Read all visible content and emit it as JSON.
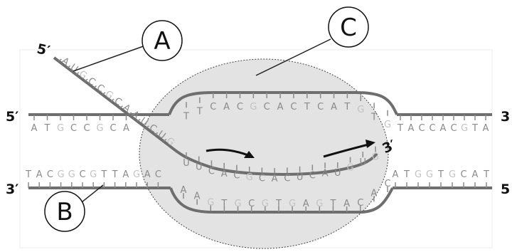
{
  "labels": {
    "a": "A",
    "b": "B",
    "c": "C"
  },
  "ends": {
    "top_left": "5′",
    "top_right": "3",
    "bottom_left": "3′",
    "bottom_right": "5",
    "rna_start": "5′",
    "rna_end": "3′"
  },
  "sequences": {
    "top_left": "ATGCCGCA",
    "top_right": "TACCACGTA",
    "bottom_left": "TACGGCGTTAGAC",
    "bottom_right": "ATGGTGCAT",
    "bubble_top": "TTCACGCACTCATGTG",
    "bubble_bottom": "AAGTGCGTGAGTACAC",
    "rna_diag": "AUGCCGCAAUCUG",
    "rna_arc": "UUCACGCACUCAUGUG"
  },
  "colors": {
    "backbone": "#6e6e6e",
    "base_dark": "#8a8a8a",
    "base_light": "#c2c2c2",
    "bubble_fill": "#e3e3e3",
    "background": "#ffffff"
  }
}
